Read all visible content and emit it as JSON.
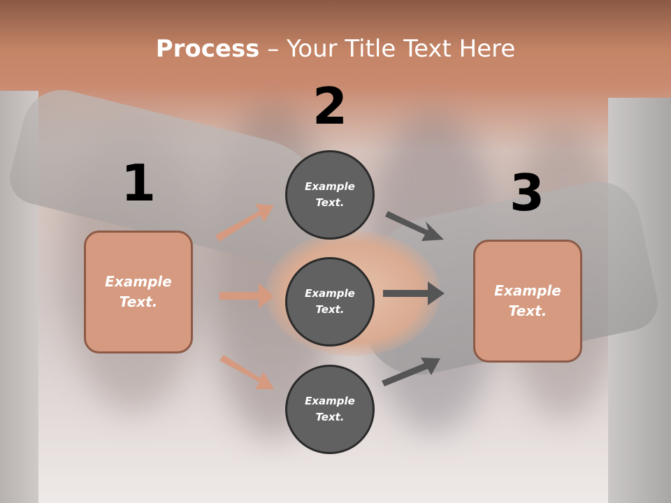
{
  "slide": {
    "title_bold": "Process",
    "title_rest": " – Your Title Text Here"
  },
  "steps": [
    {
      "number": "1",
      "text": "Example Text."
    },
    {
      "number": "2",
      "text": ""
    },
    {
      "number": "3",
      "text": "Example Text."
    }
  ],
  "circles": [
    {
      "text": "Example Text."
    },
    {
      "text": "Example Text."
    },
    {
      "text": "Example Text."
    }
  ],
  "colors": {
    "box_fill": "#d59a80",
    "box_border": "#8c5a47",
    "circle_fill": "#616161",
    "circle_border": "#2a2a2a",
    "left_arrow": "#d59a80",
    "right_arrow": "#555555",
    "header_band": "#c48466"
  }
}
